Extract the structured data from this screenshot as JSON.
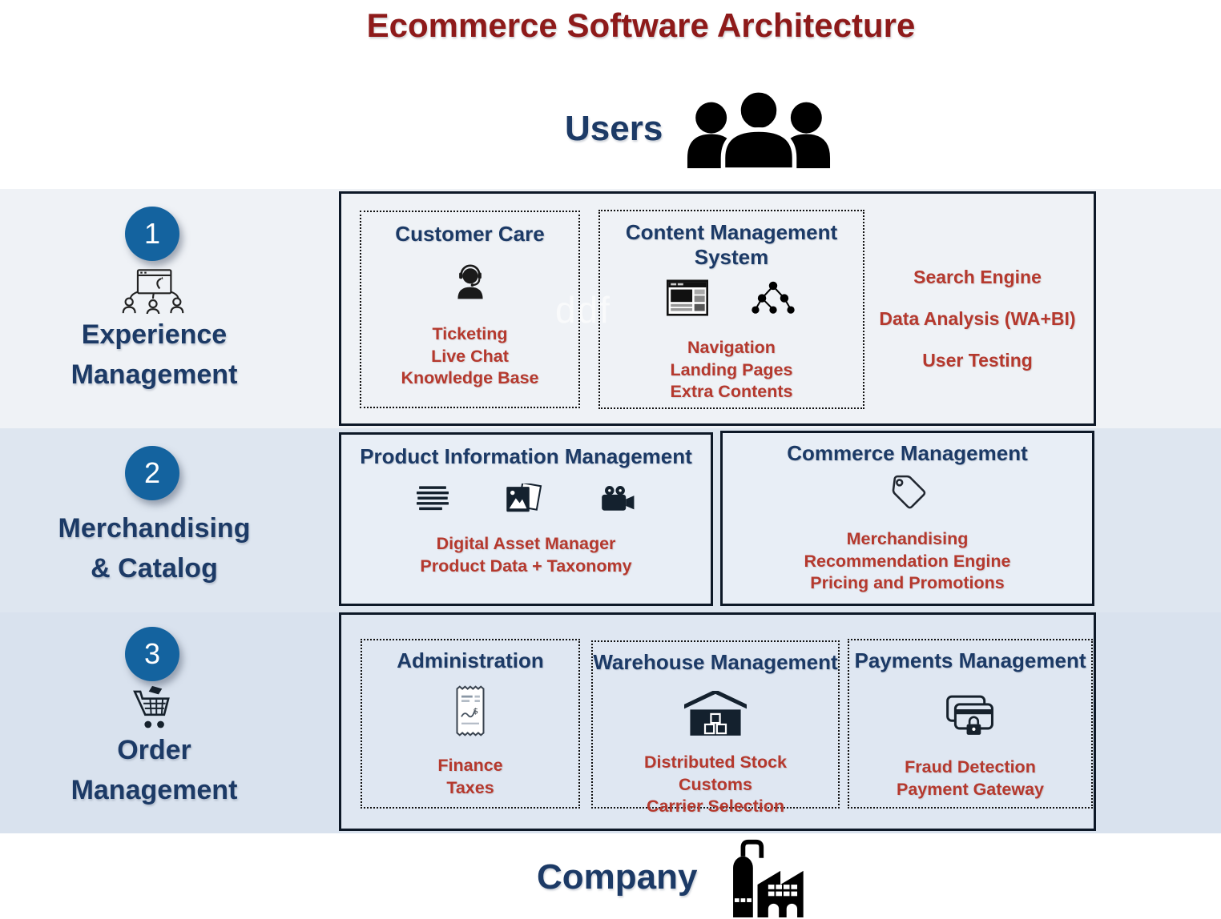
{
  "title": "Ecommerce Software Architecture",
  "users": {
    "label": "Users"
  },
  "company": {
    "label": "Company"
  },
  "watermark": "ddf",
  "colors": {
    "title_maroon": "#8e1a1a",
    "heading_navy": "#1c3a66",
    "item_red": "#b5392e",
    "badge_blue": "#14639f",
    "band1_bg": "#eff2f6",
    "band2_bg": "#dee6f0",
    "band3_bg": "#d9e2ee",
    "box_border": "#0d1827"
  },
  "icons": {
    "users": "users-group-icon",
    "experience": "audience-screen-icon",
    "customer_care": "support-agent-icon",
    "cms_page": "webpage-icon",
    "cms_sitemap": "sitemap-icon",
    "pim_text": "text-lines-icon",
    "pim_images": "photos-icon",
    "pim_video": "video-camera-icon",
    "commerce": "price-tag-icon",
    "order": "shopping-cart-icon",
    "administration": "receipt-icon",
    "warehouse": "warehouse-icon",
    "payments": "secure-payment-icon",
    "company": "factory-icon"
  },
  "layers": {
    "experience": {
      "number": "1",
      "line1": "Experience",
      "line2": "Management",
      "customer_care": {
        "title": "Customer Care",
        "items": [
          "Ticketing",
          "Live Chat",
          "Knowledge Base"
        ]
      },
      "cms": {
        "title": "Content Management System",
        "items": [
          "Navigation",
          "Landing Pages",
          "Extra Contents"
        ]
      },
      "services": {
        "items": [
          "Search Engine",
          "Data Analysis (WA+BI)",
          "User Testing"
        ]
      }
    },
    "merchandising": {
      "number": "2",
      "line1": "Merchandising",
      "line2": "& Catalog",
      "pim": {
        "title": "Product Information Management",
        "items": [
          "Digital Asset Manager",
          "Product Data + Taxonomy"
        ]
      },
      "commerce": {
        "title": "Commerce Management",
        "items": [
          "Merchandising",
          "Recommendation Engine",
          "Pricing and Promotions"
        ]
      }
    },
    "order": {
      "number": "3",
      "line1": "Order",
      "line2": "Management",
      "administration": {
        "title": "Administration",
        "items": [
          "Finance",
          "Taxes"
        ]
      },
      "warehouse": {
        "title": "Warehouse Management",
        "items": [
          "Distributed Stock",
          "Customs",
          "Carrier Selection"
        ]
      },
      "payments": {
        "title": "Payments Management",
        "items": [
          "Fraud Detection",
          "Payment Gateway"
        ]
      }
    }
  }
}
